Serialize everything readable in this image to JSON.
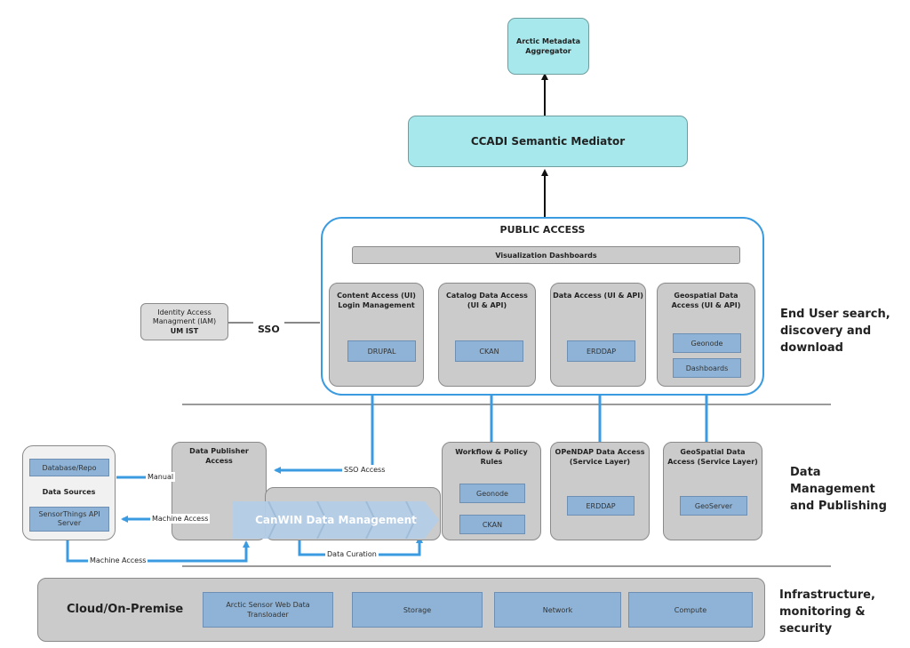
{
  "top": {
    "aggregator": "Arctic Metadata Aggregator",
    "mediator": "CCADI Semantic Mediator"
  },
  "public_access": {
    "title": "PUBLIC ACCESS",
    "dashboards": "Visualization Dashboards",
    "columns": [
      {
        "title": "Content Access (UI) Login Management",
        "items": [
          "DRUPAL"
        ]
      },
      {
        "title": "Catalog Data Access (UI & API)",
        "items": [
          "CKAN"
        ]
      },
      {
        "title": "Data Access (UI & API)",
        "items": [
          "ERDDAP"
        ]
      },
      {
        "title": "Geospatial Data Access (UI & API)",
        "items": [
          "Geonode",
          "Dashboards"
        ]
      }
    ]
  },
  "iam": {
    "line1": "Identity Access Managment (IAM)",
    "line2": "UM IST",
    "sso": "SSO"
  },
  "layers": {
    "end_user": "End User search, discovery and download",
    "data_mgmt": "Data Management and Publishing",
    "infra": "Infrastructure, monitoring & security"
  },
  "data_sources": {
    "db": "Database/Repo",
    "title": "Data Sources",
    "sensor": "SensorThings API Server"
  },
  "publisher": {
    "title": "Data Publisher Access"
  },
  "canwin": "CanWIN Data Management",
  "workflow": {
    "title": "Workflow & Policy Rules",
    "items": [
      "Geonode",
      "CKAN"
    ]
  },
  "opendap": {
    "title": "OPeNDAP Data Access (Service Layer)",
    "item": "ERDDAP"
  },
  "geospatial": {
    "title": "GeoSpatial Data Access (Service Layer)",
    "item": "GeoServer"
  },
  "edge_labels": {
    "manual": "Manual",
    "machine_access_1": "Machine Access",
    "machine_access_2": "Machine Access",
    "sso_access": "SSO Access",
    "data_curation": "Data Curation"
  },
  "infra": {
    "title": "Cloud/On-Premise",
    "items": [
      "Arctic Sensor Web Data Transloader",
      "Storage",
      "Network",
      "Compute"
    ]
  },
  "colors": {
    "teal": "#a6e8ec",
    "grey": "#cbcbcb",
    "blue_box": "#8eb3d6",
    "arrow": "#3b9be0",
    "border_blue": "#3b9be0"
  }
}
